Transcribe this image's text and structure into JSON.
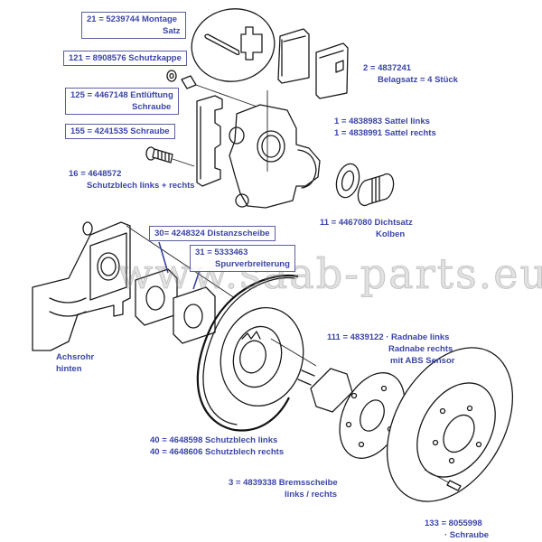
{
  "diagram": {
    "title": "Rear brake / wheel hub exploded view",
    "watermark": "www.saab-parts.eu",
    "label_color": "#3b45a8",
    "labels": [
      {
        "id": "21",
        "part_no": "5239744",
        "line1": "21 = 5239744  Montage",
        "line2": "Satz",
        "boxed": true
      },
      {
        "id": "121",
        "part_no": "8908576",
        "line1": "121 = 8908576  Schutzkappe",
        "boxed": true
      },
      {
        "id": "125",
        "part_no": "4467148",
        "line1": "125 = 4467148  Entlüftung",
        "line2": "Schraube",
        "boxed": true
      },
      {
        "id": "155",
        "part_no": "4241535",
        "line1": "155 =  4241535 Schraube",
        "boxed": true
      },
      {
        "id": "16",
        "part_no": "4648572",
        "line1": "16 = 4648572",
        "line2": "Schutzblech links + rechts",
        "boxed": false
      },
      {
        "id": "2",
        "part_no": "4837241",
        "line1": "2 = 4837241",
        "line2": "Belagsatz = 4 Stück",
        "boxed": false
      },
      {
        "id": "1",
        "part_no": "4838983 / 4838991",
        "line1": "1 =  4838983 Sattel links",
        "line2": "1 = 4838991 Sattel rechts",
        "boxed": false
      },
      {
        "id": "11",
        "part_no": "4467080",
        "line1": "11 = 4467080  Dichtsatz",
        "line2": "Kolben",
        "boxed": false
      },
      {
        "id": "30",
        "part_no": "4248324",
        "line1": "30= 4248324  Distanzscheibe",
        "boxed": true
      },
      {
        "id": "31",
        "part_no": "5333463",
        "line1": "31 = 5333463",
        "line2": "Spurverbreiterung",
        "boxed": true
      },
      {
        "id": "axle",
        "line1": "Achsrohr",
        "line2": "hinten",
        "boxed": false
      },
      {
        "id": "111",
        "part_no": "4839122",
        "line1": "111 = 4839122 · Radnabe links",
        "line2": "Radnabe rechts",
        "line3": "mit ABS Sensor",
        "boxed": false
      },
      {
        "id": "40",
        "part_no": "4648598 / 4648606",
        "line1": "40 = 4648598  Schutzblech links",
        "line2": "40 = 4648606  Schutzblech rechts",
        "boxed": false
      },
      {
        "id": "3",
        "part_no": "4839338",
        "line1": "3 =  4839338    Bremsscheibe",
        "line2": "links / rechts",
        "boxed": false
      },
      {
        "id": "133",
        "part_no": "8055998",
        "line1": "133 = 8055998",
        "line2": "· Schraube",
        "boxed": false
      }
    ]
  }
}
